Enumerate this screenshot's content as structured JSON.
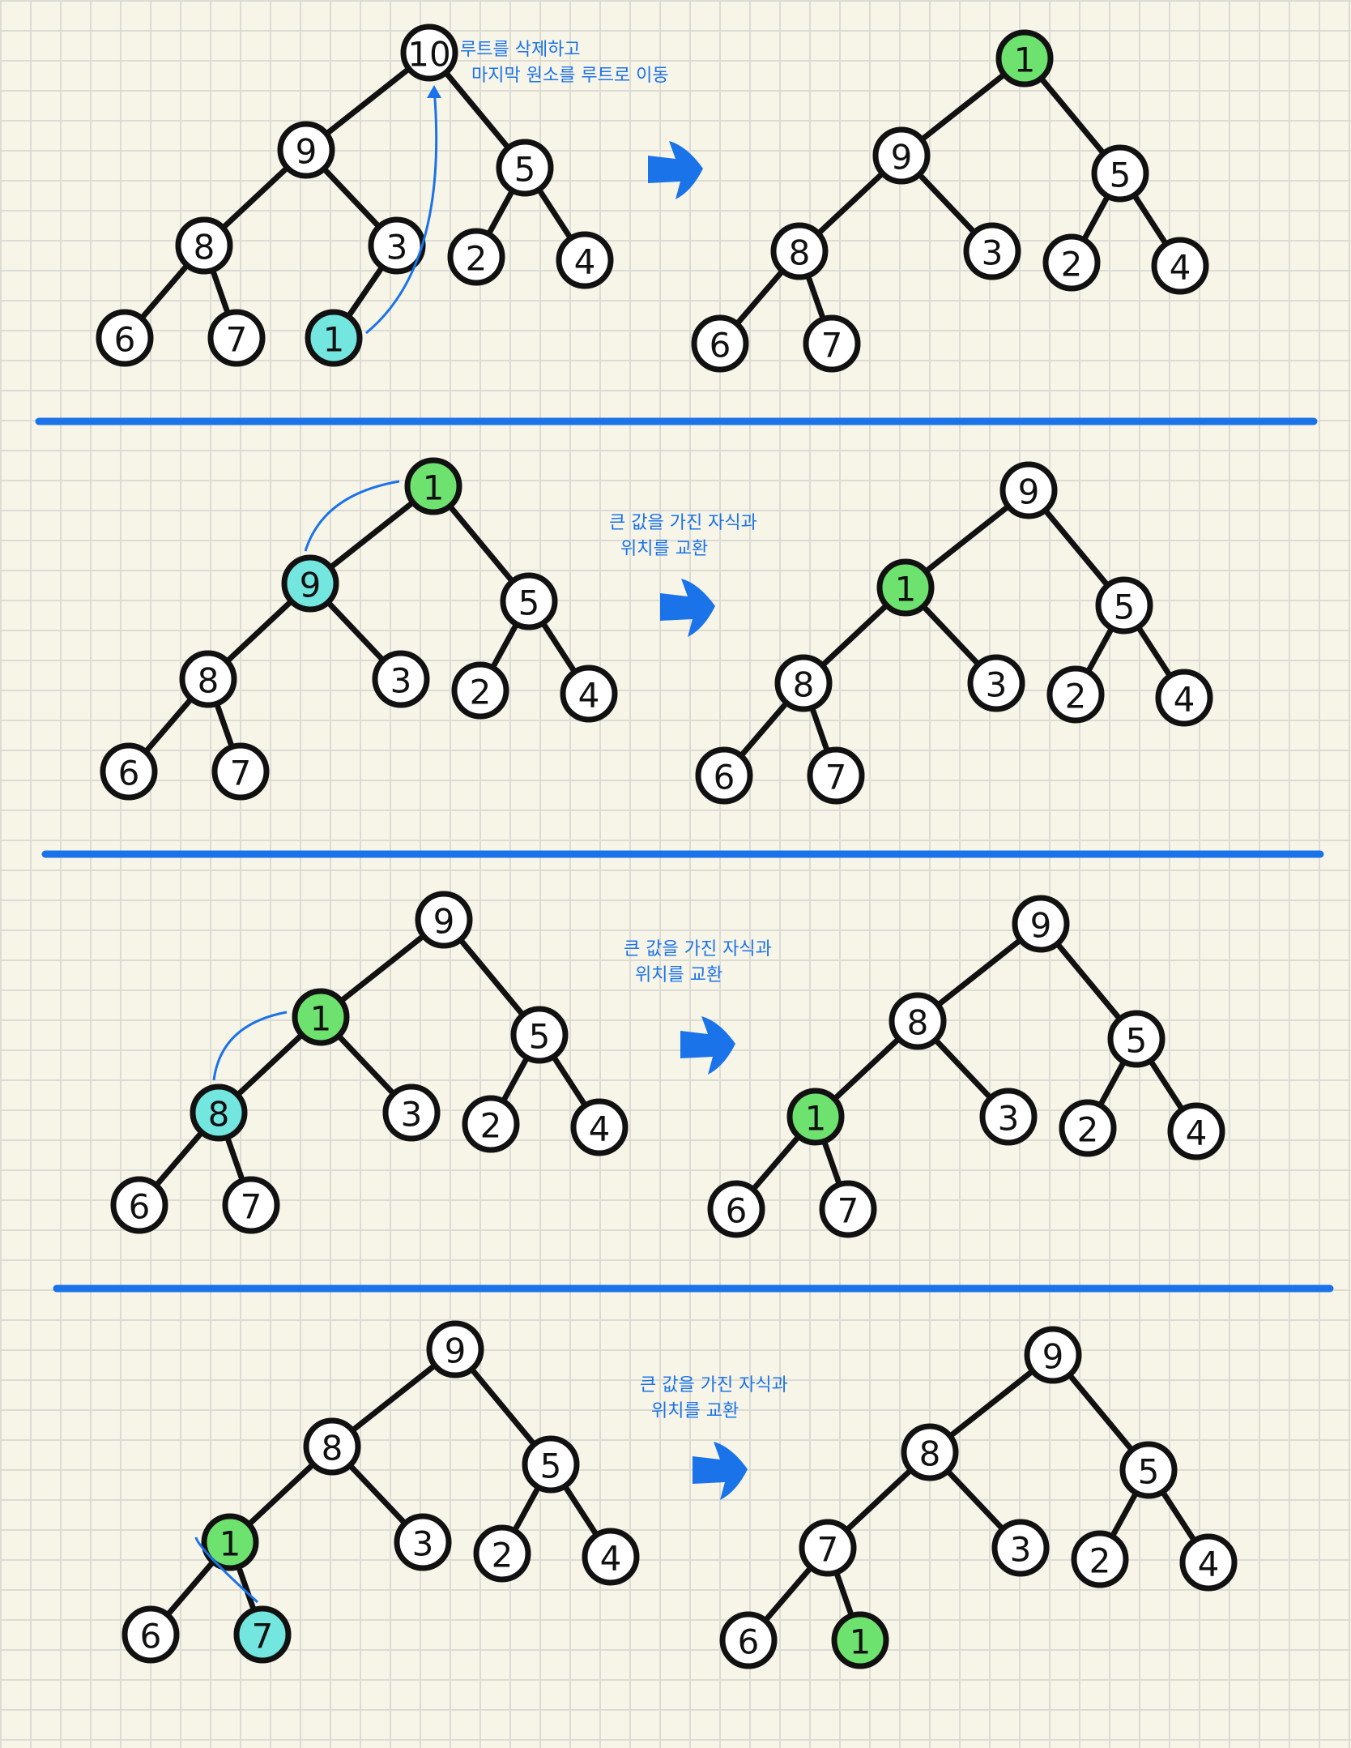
{
  "colors": {
    "background": "#f7f4e8",
    "grid": "#dcdcd4",
    "ink": "#111111",
    "accent": "#1a73e8",
    "highlight_green": "#6ee26e",
    "highlight_cyan": "#74e6e0",
    "node_fill": "#ffffff"
  },
  "panels": [
    {
      "annotation": [
        "루트를 삭제하고",
        "마지막 원소를 루트로 이동"
      ],
      "before": {
        "root": "10",
        "l": "9",
        "r": "5",
        "ll": "8",
        "lr": "3",
        "rl": "2",
        "rr": "4",
        "lll": "6",
        "llr": "7",
        "lrl": "1",
        "highlight": {
          "lrl": "cyan"
        }
      },
      "after": {
        "root": "1",
        "l": "9",
        "r": "5",
        "ll": "8",
        "lr": "3",
        "rl": "2",
        "rr": "4",
        "lll": "6",
        "llr": "7",
        "highlight": {
          "root": "green"
        }
      }
    },
    {
      "annotation": [
        "큰 값을 가진 자식과",
        "위치를 교환"
      ],
      "before": {
        "root": "1",
        "l": "9",
        "r": "5",
        "ll": "8",
        "lr": "3",
        "rl": "2",
        "rr": "4",
        "lll": "6",
        "llr": "7",
        "highlight": {
          "root": "green",
          "l": "cyan"
        }
      },
      "after": {
        "root": "9",
        "l": "1",
        "r": "5",
        "ll": "8",
        "lr": "3",
        "rl": "2",
        "rr": "4",
        "lll": "6",
        "llr": "7",
        "highlight": {
          "l": "green"
        }
      }
    },
    {
      "annotation": [
        "큰 값을 가진 자식과",
        "위치를 교환"
      ],
      "before": {
        "root": "9",
        "l": "1",
        "r": "5",
        "ll": "8",
        "lr": "3",
        "rl": "2",
        "rr": "4",
        "lll": "6",
        "llr": "7",
        "highlight": {
          "l": "green",
          "ll": "cyan"
        }
      },
      "after": {
        "root": "9",
        "l": "8",
        "r": "5",
        "ll": "1",
        "lr": "3",
        "rl": "2",
        "rr": "4",
        "lll": "6",
        "llr": "7",
        "highlight": {
          "ll": "green"
        }
      }
    },
    {
      "annotation": [
        "큰 값을 가진 자식과",
        "위치를 교환"
      ],
      "before": {
        "root": "9",
        "l": "8",
        "r": "5",
        "ll": "1",
        "lr": "3",
        "rl": "2",
        "rr": "4",
        "lll": "6",
        "llr": "7",
        "highlight": {
          "ll": "green",
          "llr": "cyan"
        }
      },
      "after": {
        "root": "9",
        "l": "8",
        "r": "5",
        "ll": "7",
        "lr": "3",
        "rl": "2",
        "rr": "4",
        "lll": "6",
        "llr": "1",
        "highlight": {
          "llr": "green"
        }
      }
    }
  ]
}
